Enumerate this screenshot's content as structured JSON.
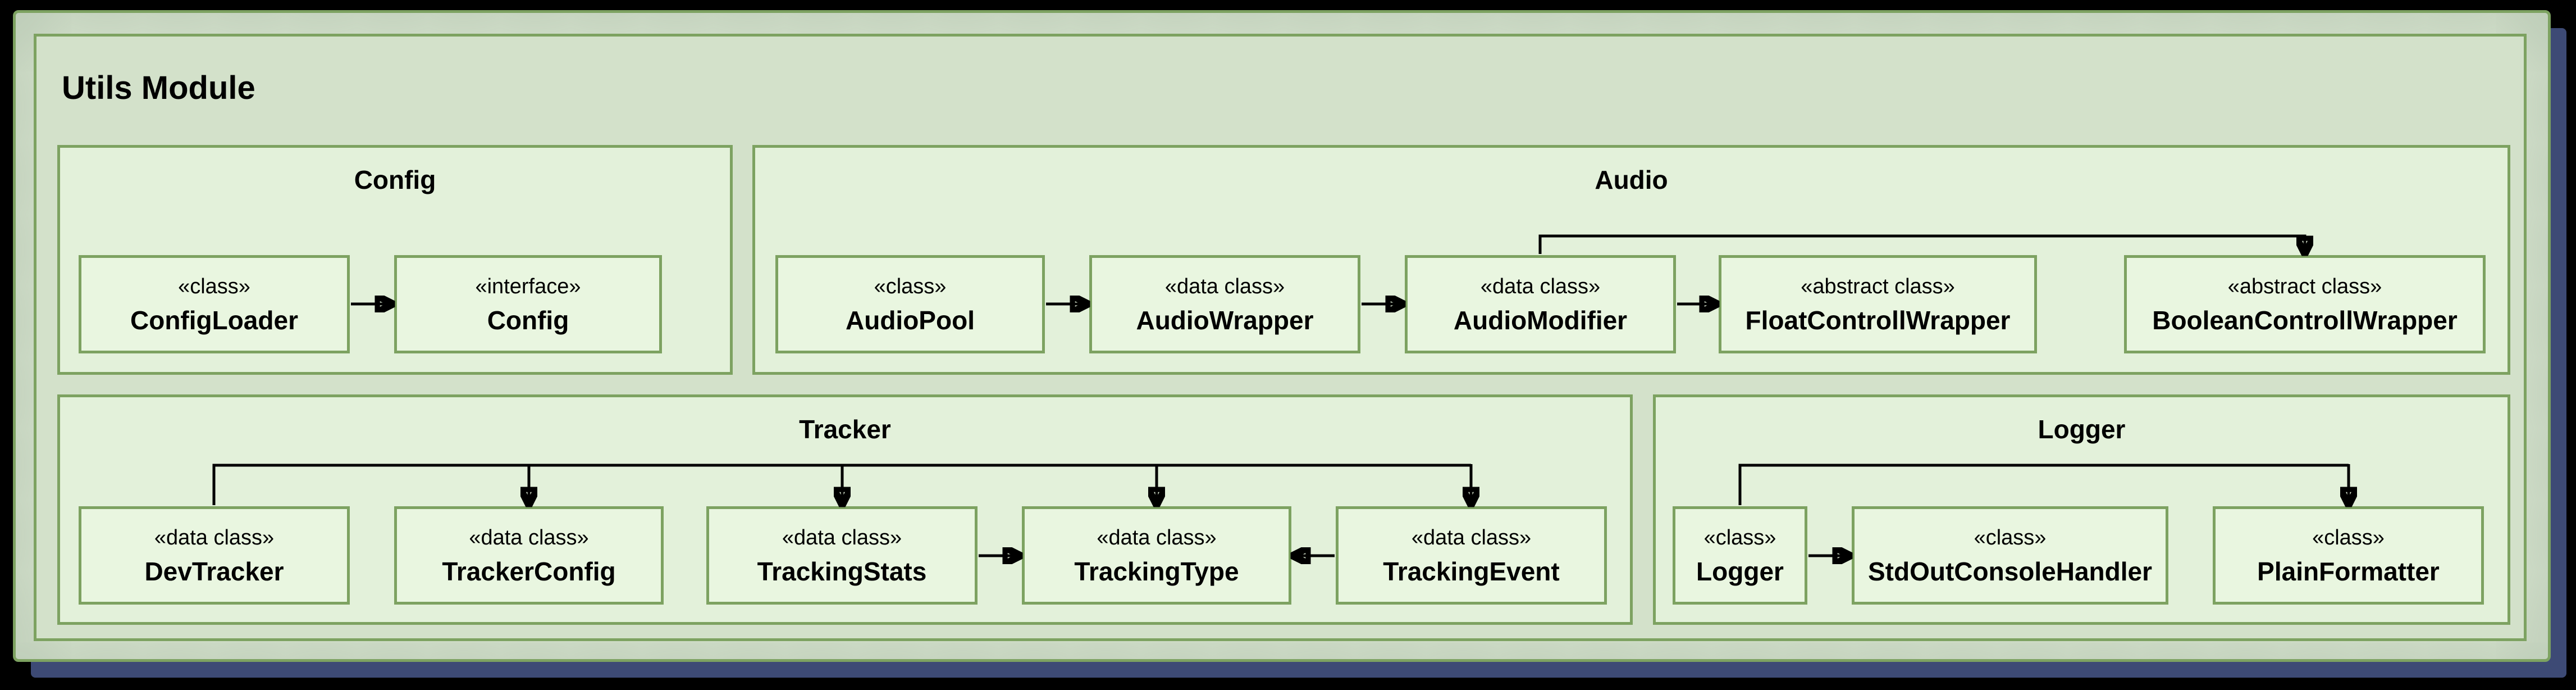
{
  "module": {
    "title": "Utils Module"
  },
  "groups": [
    {
      "id": "config",
      "title": "Config",
      "classes": [
        {
          "stereotype": "«class»",
          "name": "ConfigLoader"
        },
        {
          "stereotype": "«interface»",
          "name": "Config"
        }
      ]
    },
    {
      "id": "audio",
      "title": "Audio",
      "classes": [
        {
          "stereotype": "«class»",
          "name": "AudioPool"
        },
        {
          "stereotype": "«data class»",
          "name": "AudioWrapper"
        },
        {
          "stereotype": "«data class»",
          "name": "AudioModifier"
        },
        {
          "stereotype": "«abstract class»",
          "name": "FloatControllWrapper"
        },
        {
          "stereotype": "«abstract class»",
          "name": "BooleanControllWrapper"
        }
      ]
    },
    {
      "id": "tracker",
      "title": "Tracker",
      "classes": [
        {
          "stereotype": "«data class»",
          "name": "DevTracker"
        },
        {
          "stereotype": "«data class»",
          "name": "TrackerConfig"
        },
        {
          "stereotype": "«data class»",
          "name": "TrackingStats"
        },
        {
          "stereotype": "«data class»",
          "name": "TrackingType"
        },
        {
          "stereotype": "«data class»",
          "name": "TrackingEvent"
        }
      ]
    },
    {
      "id": "logger",
      "title": "Logger",
      "classes": [
        {
          "stereotype": "«class»",
          "name": "Logger"
        },
        {
          "stereotype": "«class»",
          "name": "StdOutConsoleHandler"
        },
        {
          "stereotype": "«class»",
          "name": "PlainFormatter"
        }
      ]
    }
  ],
  "edges": [
    {
      "from": "ConfigLoader",
      "to": "Config"
    },
    {
      "from": "AudioPool",
      "to": "AudioWrapper"
    },
    {
      "from": "AudioWrapper",
      "to": "AudioModifier"
    },
    {
      "from": "AudioModifier",
      "to": "FloatControllWrapper"
    },
    {
      "from": "AudioModifier",
      "to": "BooleanControllWrapper"
    },
    {
      "from": "DevTracker",
      "to": "TrackerConfig"
    },
    {
      "from": "DevTracker",
      "to": "TrackingStats"
    },
    {
      "from": "DevTracker",
      "to": "TrackingType"
    },
    {
      "from": "DevTracker",
      "to": "TrackingEvent"
    },
    {
      "from": "TrackingStats",
      "to": "TrackingType"
    },
    {
      "from": "TrackingEvent",
      "to": "TrackingType"
    },
    {
      "from": "Logger",
      "to": "StdOutConsoleHandler"
    },
    {
      "from": "Logger",
      "to": "PlainFormatter"
    }
  ],
  "colors": {
    "border_green": "#7da261",
    "module_bg": "#d3e1ca",
    "group_bg": "#e3f1da",
    "class_bg": "#e9f6e0",
    "window_bg": "#d5e2cd",
    "shadow_navy": "#3d4a75",
    "connector": "#000000",
    "page_bg": "#000000"
  }
}
